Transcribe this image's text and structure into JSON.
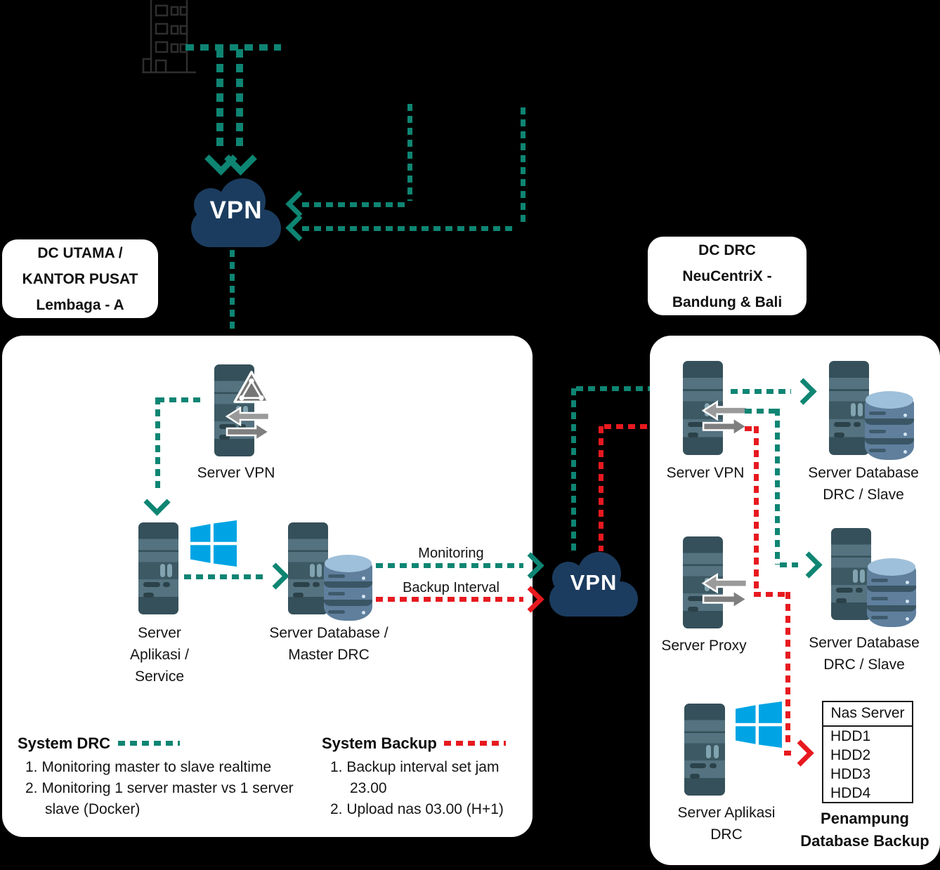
{
  "colors": {
    "teal": "#0E8573",
    "red": "#E7191F",
    "cloud_navy": "#1B3C5F",
    "windows_blue": "#00A4E4",
    "panel_bg": "#FFFFFF",
    "canvas_bg": "#000000",
    "server_body": "#54727F",
    "server_dark": "#35505A",
    "db_body": "#5F7F9D",
    "db_top": "#9FC0DA"
  },
  "icons": {
    "building": "building-icon",
    "cloud": "vpn-cloud-icon",
    "server": "server-tower-icon",
    "network_triangle": "vpn-network-triangle-icon",
    "transfer_arrows": "transfer-arrows-icon",
    "windows": "windows-logo-icon",
    "database": "database-stack-icon"
  },
  "clouds": {
    "left": "VPN",
    "right": "VPN"
  },
  "boxes": {
    "left_label": {
      "lines": [
        "DC UTAMA /",
        "KANTOR PUSAT",
        "Lembaga - A"
      ]
    },
    "right_label": {
      "lines": [
        "DC DRC",
        "NeuCentriX -",
        "Bandung & Bali"
      ]
    }
  },
  "left_panel": {
    "nodes": {
      "server_vpn": {
        "label": "Server VPN"
      },
      "server_aplikasi": {
        "lines": [
          "Server",
          "Aplikasi /",
          "Service"
        ]
      },
      "server_database": {
        "lines": [
          "Server Database /",
          "Master DRC"
        ]
      }
    },
    "flows": {
      "monitoring": "Monitoring",
      "backup_interval": "Backup Interval"
    },
    "legend_drc": {
      "title": "System DRC",
      "items": [
        "1. Monitoring master to slave realtime",
        "2. Monitoring 1 server master vs 1 server",
        "slave (Docker)"
      ]
    },
    "legend_backup": {
      "title": "System Backup",
      "items": [
        "1. Backup interval set jam",
        "23.00",
        "2. Upload nas 03.00 (H+1)"
      ]
    }
  },
  "right_panel": {
    "nodes": {
      "server_vpn": {
        "label": "Server VPN"
      },
      "db_slave_top": {
        "lines": [
          "Server Database",
          "DRC / Slave"
        ]
      },
      "server_proxy": {
        "label": "Server Proxy"
      },
      "db_slave_mid": {
        "lines": [
          "Server Database",
          "DRC / Slave"
        ]
      },
      "server_aplikasi_drc": {
        "lines": [
          "Server Aplikasi",
          "DRC"
        ]
      }
    },
    "nas": {
      "title": "Nas Server",
      "items": [
        "HDD1",
        "HDD2",
        "HDD3",
        "HDD4"
      ]
    },
    "nas_caption": {
      "lines": [
        "Penampung",
        "Database Backup"
      ]
    }
  }
}
